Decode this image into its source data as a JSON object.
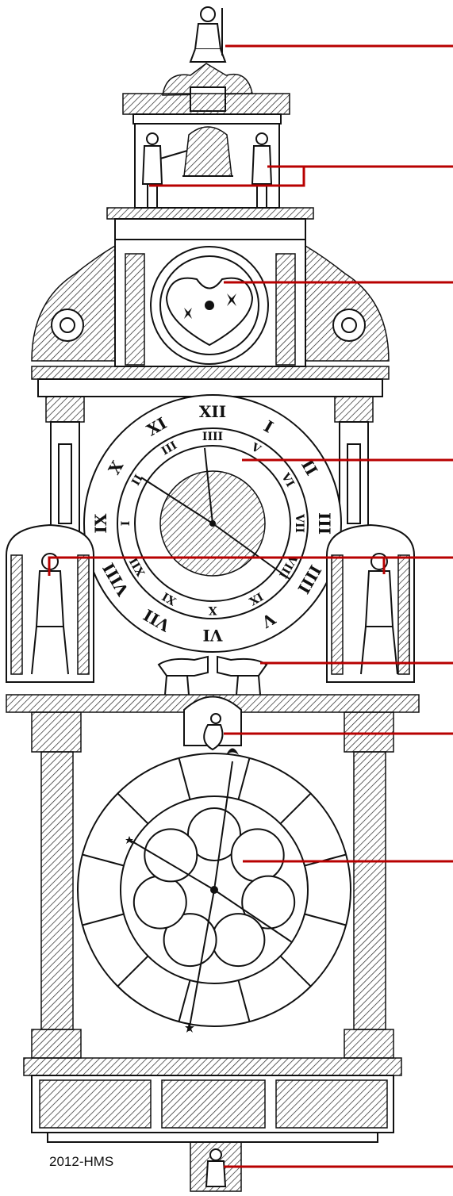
{
  "credit": "2012-HMS",
  "colors": {
    "ink": "#111111",
    "leader": "#b80000",
    "paper": "#ffffff"
  },
  "top_dial": {
    "hours": [
      "XII",
      "I",
      "II",
      "III",
      "IIII",
      "V",
      "VI",
      "VII",
      "VIII",
      "IX",
      "X",
      "XI"
    ]
  },
  "lower_ring": {
    "hours": [
      "IIII",
      "V",
      "VI",
      "VII",
      "VIII",
      "IX",
      "X",
      "XI",
      "XII",
      "I",
      "II",
      "III"
    ]
  },
  "callouts": [
    {
      "id": "top-figure"
    },
    {
      "id": "bell-strikers"
    },
    {
      "id": "moon-phase-dial"
    },
    {
      "id": "hour-dial"
    },
    {
      "id": "side-figures"
    },
    {
      "id": "rams"
    },
    {
      "id": "rooster"
    },
    {
      "id": "astrolabe-dial"
    },
    {
      "id": "bottom-figure"
    }
  ]
}
